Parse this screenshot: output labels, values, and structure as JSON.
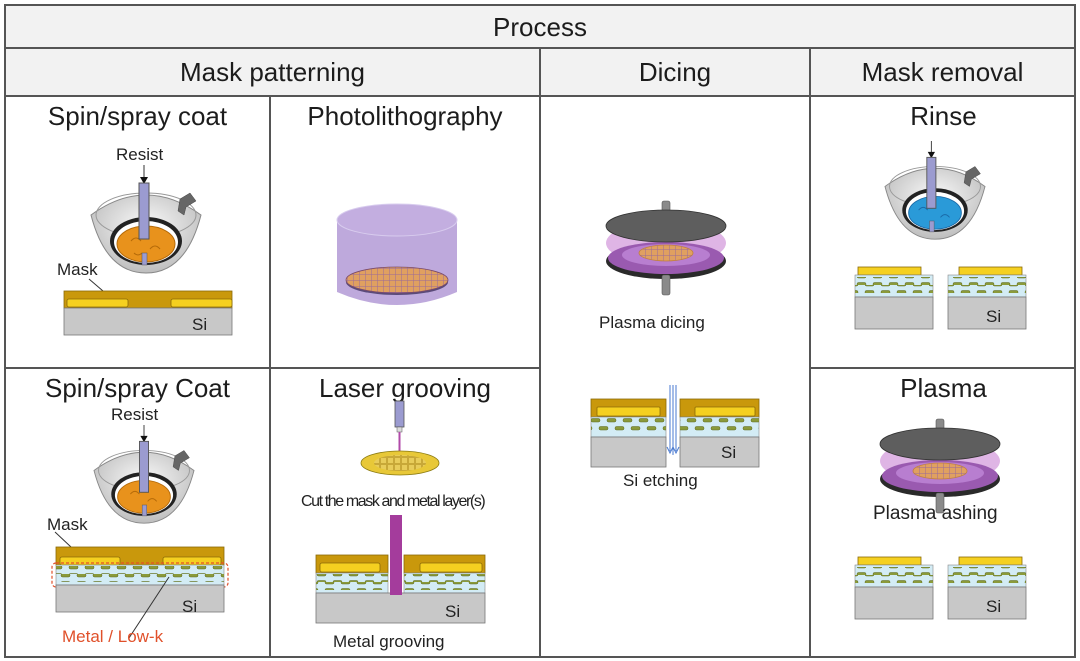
{
  "table": {
    "title": "Process",
    "groups": [
      {
        "label": "Mask patterning"
      },
      {
        "label": "Dicing"
      },
      {
        "label": "Mask removal"
      }
    ],
    "cells": {
      "spin_coat_1": {
        "title": "Spin/spray coat",
        "resist_label": "Resist",
        "mask_label": "Mask",
        "si_label": "Si"
      },
      "photolithography": {
        "title": "Photolithography"
      },
      "spin_coat_2": {
        "title": "Spin/spray Coat",
        "resist_label": "Resist",
        "mask_label": "Mask",
        "si_label": "Si",
        "layer_label": "Metal / Low-k"
      },
      "laser_grooving": {
        "title": "Laser grooving",
        "caption": "Cut the mask and metal layer(s)",
        "si_label": "Si",
        "bottom_caption": "Metal grooving"
      },
      "dicing": {
        "plasma_label": "Plasma dicing",
        "si_label": "Si",
        "etch_caption": "Si etching"
      },
      "rinse": {
        "title": "Rinse",
        "si_label": "Si"
      },
      "plasma": {
        "title": "Plasma",
        "ashing_label": "Plasma ashing",
        "si_label": "Si"
      }
    }
  },
  "colors": {
    "header_bg": "#f2f2f2",
    "border": "#555555",
    "mask_gold": "#c9980c",
    "mask_yellow": "#f5d020",
    "silicon": "#c8c8c8",
    "lowk_blue": "#d3ecf5",
    "metal_olive": "#8a9a3a",
    "resist_orange": "#e8921c",
    "rinse_blue": "#2a9ad8",
    "plasma_purple": "#b48ad4",
    "laser_magenta": "#a43c9c",
    "metal_lowk_red": "#e0502a"
  }
}
